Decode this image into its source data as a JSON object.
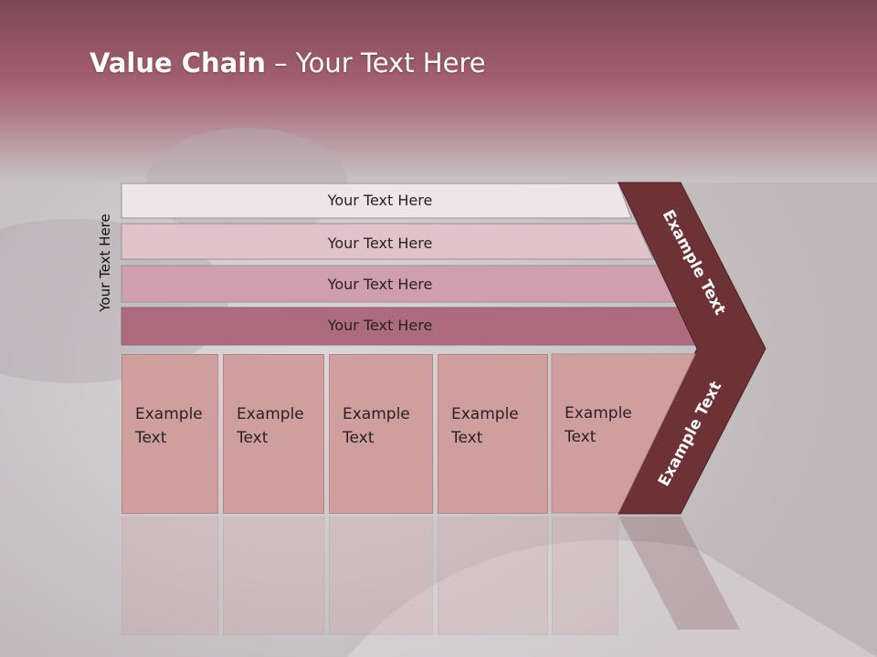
{
  "slide": {
    "title_bold": "Value Chain",
    "title_rest": " – Your Text Here",
    "side_label": "Your Text Here"
  },
  "bars": [
    {
      "label": "Your Text Here",
      "color": "#efe4e7"
    },
    {
      "label": "Your Text Here",
      "color": "#e1c3cc"
    },
    {
      "label": "Your Text Here",
      "color": "#cf9faf"
    },
    {
      "label": "Your Text Here",
      "color": "#ad6b7f"
    }
  ],
  "chevron": {
    "top_label": "Example Text",
    "bottom_label": "Example Text",
    "color": "#6d3236"
  },
  "cells": [
    {
      "label": "Example Text"
    },
    {
      "label": "Example Text"
    },
    {
      "label": "Example Text"
    },
    {
      "label": "Example Text"
    },
    {
      "label": "Example Text"
    }
  ],
  "colors": {
    "header": "#a86376",
    "background": "#c8c3c6",
    "cell": "#cf9fa0"
  }
}
